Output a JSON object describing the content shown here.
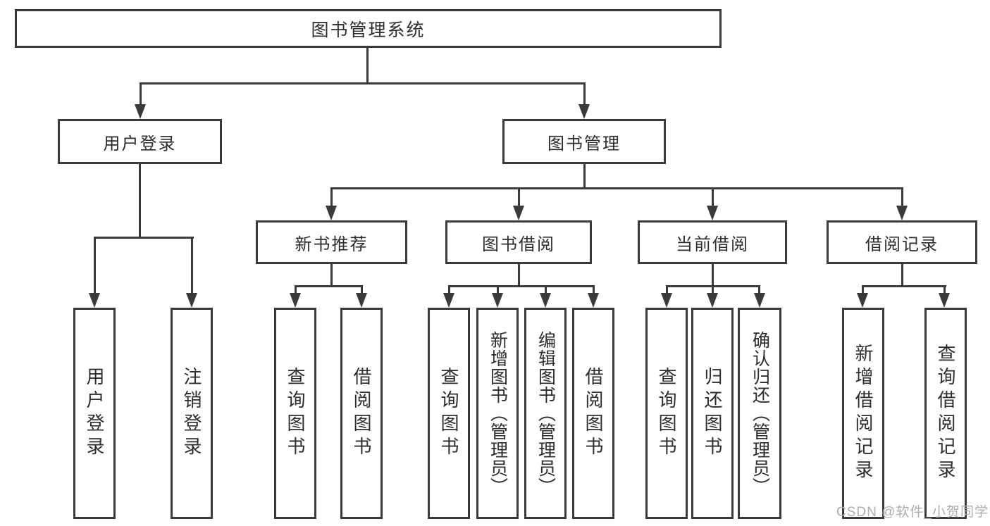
{
  "tree": {
    "label": "图书管理系统",
    "children": [
      {
        "label": "用户登录",
        "children": [
          {
            "label": "用户登录"
          },
          {
            "label": "注销登录"
          }
        ]
      },
      {
        "label": "图书管理",
        "children": [
          {
            "label": "新书推荐",
            "children": [
              {
                "label": "查询图书"
              },
              {
                "label": "借阅图书"
              }
            ]
          },
          {
            "label": "图书借阅",
            "children": [
              {
                "label": "查询图书"
              },
              {
                "label": "新增图书（管理员）"
              },
              {
                "label": "编辑图书（管理员）"
              },
              {
                "label": "借阅图书"
              }
            ]
          },
          {
            "label": "当前借阅",
            "children": [
              {
                "label": "查询图书"
              },
              {
                "label": "归还图书"
              },
              {
                "label": "确认归还（管理员）"
              }
            ]
          },
          {
            "label": "借阅记录",
            "children": [
              {
                "label": "新增借阅记录"
              },
              {
                "label": "查询借阅记录"
              }
            ]
          }
        ]
      }
    ]
  },
  "watermark": "CSDN @软件_小贺同学",
  "colors": {
    "line": "#3a3a3a",
    "box_background": "#ffffff",
    "text": "#2d2d2d",
    "watermark": "#adadad"
  }
}
